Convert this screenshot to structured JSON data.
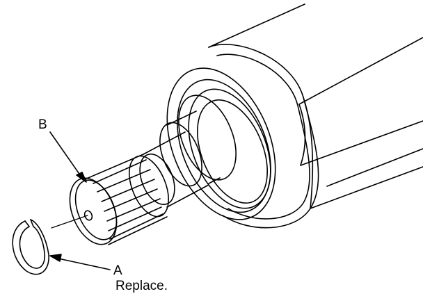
{
  "labels": {
    "b": "B",
    "a": "A",
    "a_note": "Replace."
  },
  "parts": {
    "a": "circlip-ring",
    "b": "splined-shaft-end"
  },
  "colors": {
    "line": "#000000",
    "background": "#ffffff"
  }
}
